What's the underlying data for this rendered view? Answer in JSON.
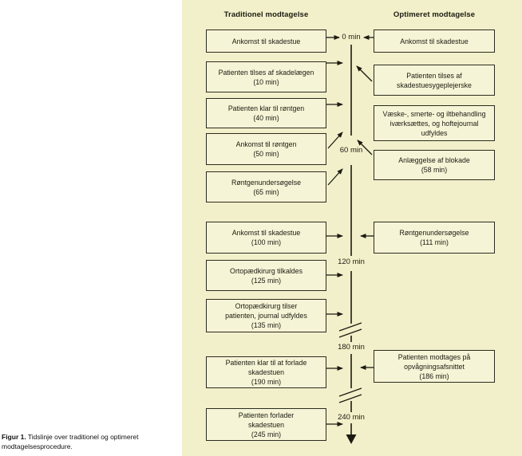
{
  "figure": {
    "caption": {
      "label": "Figur 1.",
      "text": "Tidslinje over traditionel og optimeret modtagelsesprocedure."
    },
    "columns": {
      "traditional": {
        "header": "Traditionel modtagelse",
        "boxes": [
          {
            "lines": [
              "Ankomst til skadestue"
            ]
          },
          {
            "lines": [
              "Patienten tilses af skadelægen",
              "(10 min)"
            ]
          },
          {
            "lines": [
              "Patienten klar til røntgen",
              "(40 min)"
            ]
          },
          {
            "lines": [
              "Ankomst til røntgen",
              "(50 min)"
            ]
          },
          {
            "lines": [
              "Røntgenundersøgelse",
              "(65 min)"
            ]
          },
          {
            "lines": [
              "Ankomst til skadestue",
              "(100 min)"
            ]
          },
          {
            "lines": [
              "Ortopædkirurg tilkaldes",
              "(125 min)"
            ]
          },
          {
            "lines": [
              "Ortopædkirurg tilser",
              "patienten, journal udfyldes",
              "(135 min)"
            ]
          },
          {
            "lines": [
              "Patienten klar til at forlade",
              "skadestuen",
              "(190 min)"
            ]
          },
          {
            "lines": [
              "Patienten forlader",
              "skadestuen",
              "(245 min)"
            ]
          }
        ]
      },
      "optimized": {
        "header": "Optimeret modtagelse",
        "boxes": [
          {
            "lines": [
              "Ankomst til skadestue"
            ]
          },
          {
            "lines": [
              "Patienten tilses af",
              "skadestuesygeplejerske"
            ]
          },
          {
            "lines": [
              "Væske-, smerte- og iltbehandling",
              "iværksættes, og hoftejournal",
              "udfyldes"
            ]
          },
          {
            "lines": [
              "Anlæggelse af blokade",
              "(58 min)"
            ]
          },
          {
            "lines": [
              "Røntgenundersøgelse",
              "(111 min)"
            ]
          },
          {
            "lines": [
              "Patienten modtages på",
              "opvågningsafsnittet",
              "(186 min)"
            ]
          }
        ]
      }
    },
    "timeline": {
      "labels": [
        "0 min",
        "60 min",
        "120 min",
        "180 min",
        "240 min"
      ]
    },
    "colors": {
      "panel_bg": "#f2f0ca",
      "box_bg": "#f6f4d6",
      "ink": "#1b1b12"
    }
  }
}
